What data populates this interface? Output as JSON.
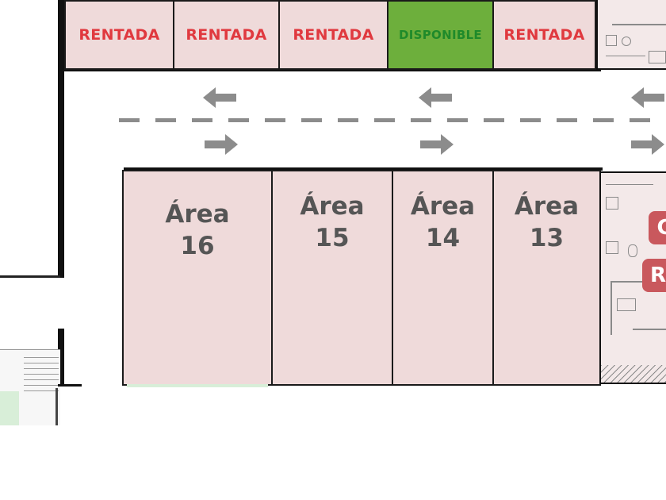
{
  "parking": {
    "top_row": [
      {
        "label": "RENTADA",
        "status": "rented"
      },
      {
        "label": "RENTADA",
        "status": "rented"
      },
      {
        "label": "RENTADA",
        "status": "rented"
      },
      {
        "label": "DISPONIBLE",
        "status": "available"
      },
      {
        "label": "RENTADA",
        "status": "rented"
      }
    ]
  },
  "areas": [
    {
      "word": "Área",
      "number": "16"
    },
    {
      "word": "Área",
      "number": "15"
    },
    {
      "word": "Área",
      "number": "14"
    },
    {
      "word": "Área",
      "number": "13"
    }
  ],
  "side_plan": {
    "badges": [
      "C",
      "R"
    ]
  },
  "colors": {
    "rented_fill": "#efdada",
    "rented_text": "#e0393f",
    "available_fill": "#6daf3c",
    "available_text": "#1f8a2a",
    "area_text": "#555555",
    "arrow": "#8c8c8c",
    "badge": "#c9585d"
  },
  "icons": [
    "arrow-left-icon",
    "arrow-right-icon"
  ]
}
